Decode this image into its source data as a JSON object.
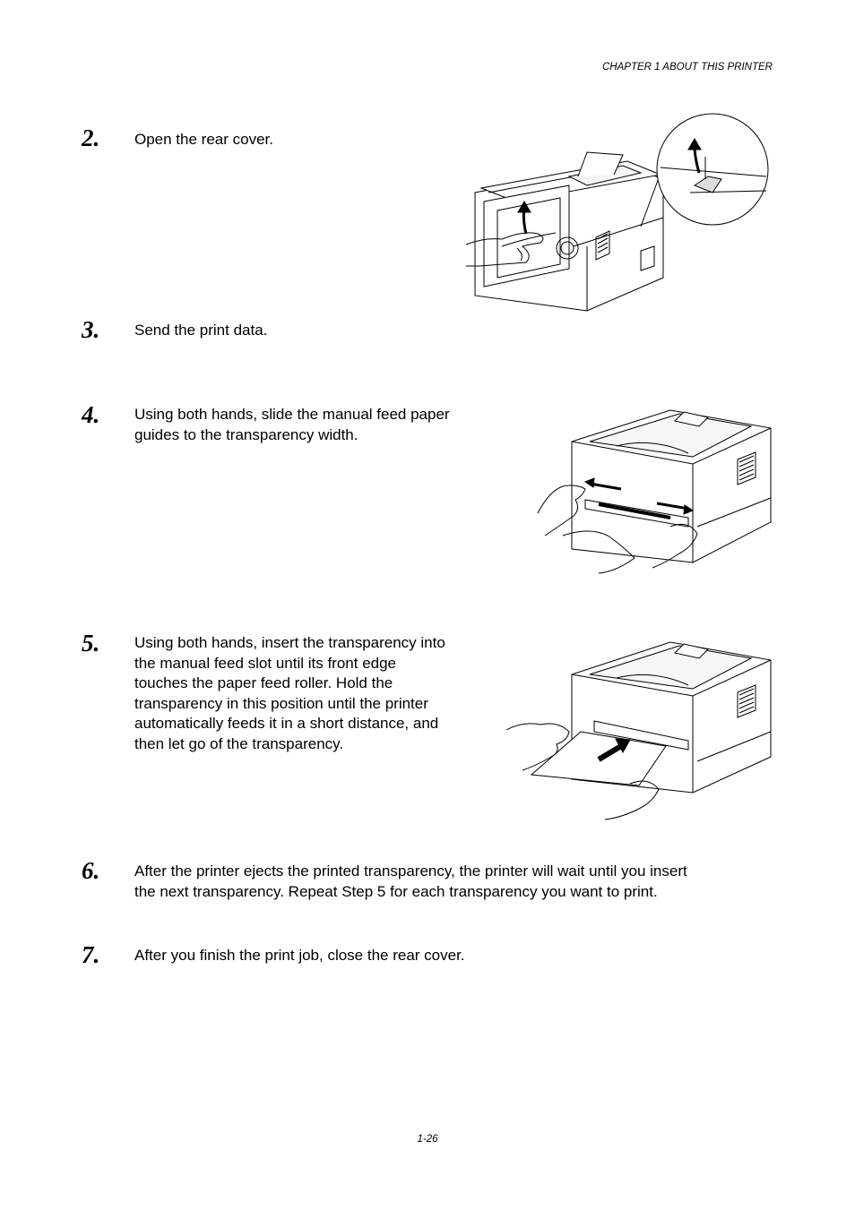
{
  "header": {
    "chapter": "CHAPTER 1 ABOUT THIS PRINTER"
  },
  "steps": [
    {
      "number": "2.",
      "lines": [
        "Open the rear cover."
      ]
    },
    {
      "number": "3.",
      "lines": [
        "Send the print data."
      ]
    },
    {
      "number": "4.",
      "lines": [
        "Using both hands, slide the manual feed paper",
        "guides to the transparency width."
      ]
    },
    {
      "number": "5.",
      "lines": [
        "Using both hands, insert the transparency into",
        "the manual feed slot until its front edge",
        "touches the paper feed roller.  Hold the",
        "transparency in this position until the printer",
        "automatically feeds it in a short distance, and",
        "then let go of the transparency."
      ]
    },
    {
      "number": "6.",
      "lines": [
        "After the printer ejects the printed transparency, the printer will wait until you insert",
        "the next transparency.  Repeat Step 5 for each transparency you want to print."
      ]
    },
    {
      "number": "7.",
      "lines": [
        "After you finish the print job, close the rear cover."
      ]
    }
  ],
  "footer": {
    "page_number": "1-26"
  }
}
